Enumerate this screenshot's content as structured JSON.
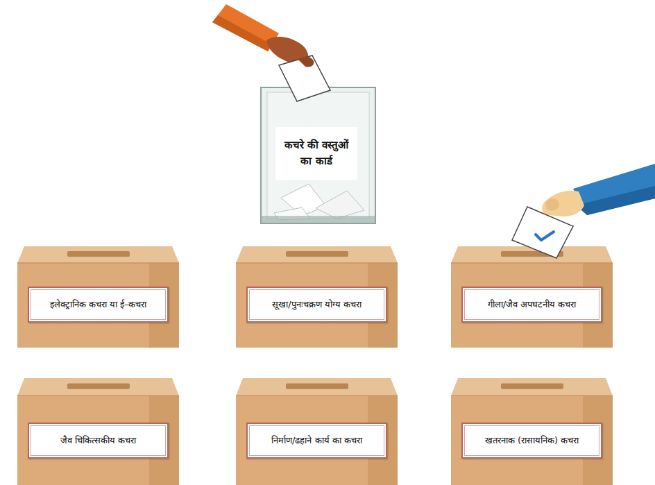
{
  "diagram": {
    "nodes": [
      {
        "text": [
          "कचरे की वस्तुओं का कार्ड"
        ]
      },
      {
        "text": [
          "इलेक्ट्रानिक कचरा या ई–कचरा"
        ]
      },
      {
        "text": [
          "सूखा/पुनःचक्रण योग्य कचरा"
        ]
      },
      {
        "text": [
          "गीला/जैव अपघटनीय कचरा"
        ]
      },
      {
        "text": [
          "जैव चिकित्सकीय कचरा"
        ]
      },
      {
        "text": [
          "निर्माण/ढहाने कार्य का कचरा"
        ]
      },
      {
        "text": [
          "खतरनाक (रासायनिक) कचरा"
        ]
      }
    ]
  }
}
